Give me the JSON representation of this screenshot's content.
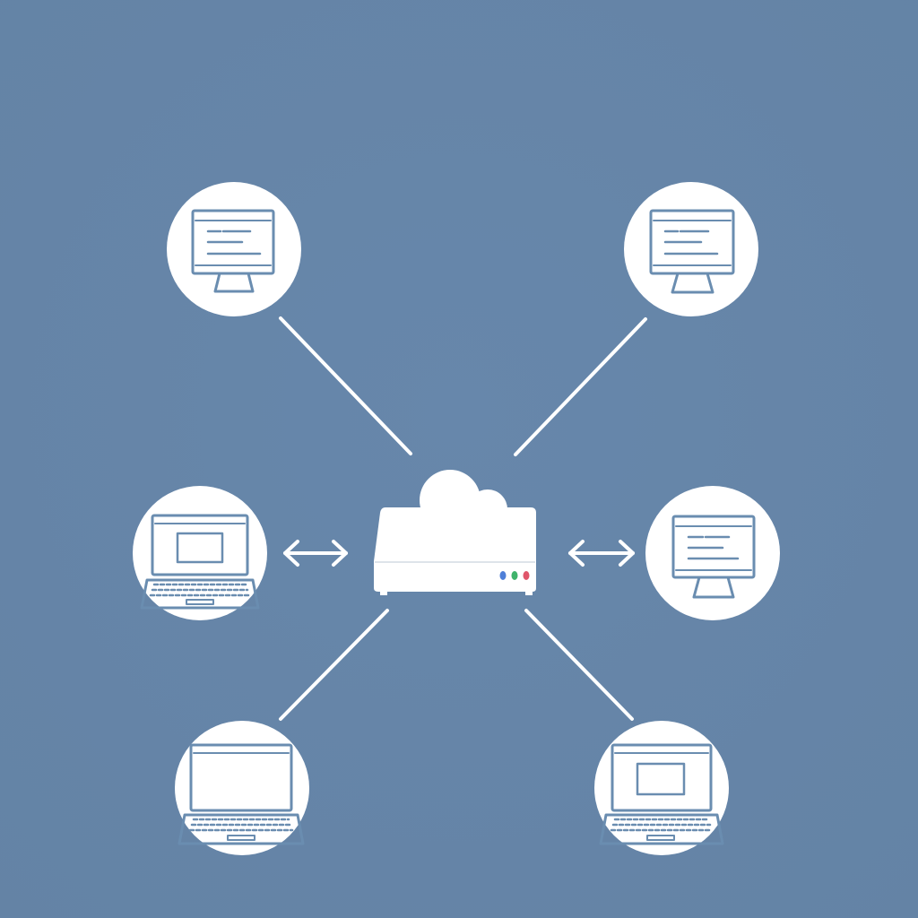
{
  "diagram": {
    "type": "network-topology",
    "colors": {
      "background": "#6585a8",
      "foreground": "#ffffff",
      "icon_stroke": "#6a8db0",
      "led_blue": "#4f7fd8",
      "led_green": "#3fb36b",
      "led_red": "#e0566b"
    },
    "hub": {
      "icon": "router-icon",
      "status_lights": [
        "blue",
        "green",
        "red"
      ]
    },
    "nodes": [
      {
        "id": "node-top-left",
        "icon": "desktop-monitor-icon",
        "link": "line"
      },
      {
        "id": "node-top-right",
        "icon": "desktop-monitor-icon",
        "link": "line"
      },
      {
        "id": "node-middle-left",
        "icon": "laptop-icon",
        "link": "bidirectional-arrow"
      },
      {
        "id": "node-middle-right",
        "icon": "desktop-monitor-icon",
        "link": "bidirectional-arrow"
      },
      {
        "id": "node-bottom-left",
        "icon": "laptop-icon",
        "link": "line"
      },
      {
        "id": "node-bottom-right",
        "icon": "laptop-icon",
        "link": "line"
      }
    ]
  }
}
